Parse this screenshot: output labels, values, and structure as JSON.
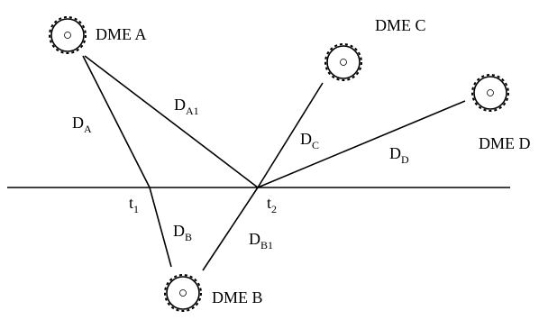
{
  "stations": {
    "a": {
      "name": "DME A"
    },
    "b": {
      "name": "DME B"
    },
    "c": {
      "name": "DME C"
    },
    "d": {
      "name": "DME D"
    }
  },
  "distances": {
    "da": {
      "main": "D",
      "sub": "A"
    },
    "da1": {
      "main": "D",
      "sub": "A1"
    },
    "db": {
      "main": "D",
      "sub": "B"
    },
    "db1": {
      "main": "D",
      "sub": "B1"
    },
    "dc": {
      "main": "D",
      "sub": "C"
    },
    "dd": {
      "main": "D",
      "sub": "D"
    }
  },
  "times": {
    "t1": {
      "main": "t",
      "sub": "1"
    },
    "t2": {
      "main": "t",
      "sub": "2"
    }
  }
}
